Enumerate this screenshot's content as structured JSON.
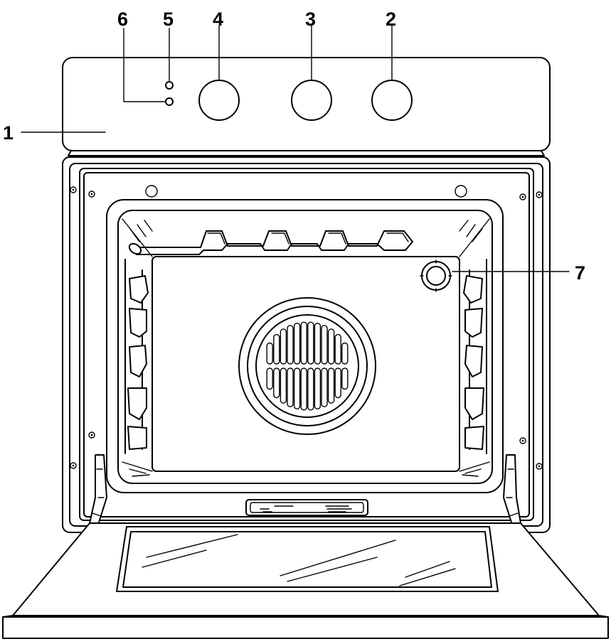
{
  "callouts": [
    {
      "number": "1",
      "part": "control-panel"
    },
    {
      "number": "2",
      "part": "knob-right"
    },
    {
      "number": "3",
      "part": "knob-middle"
    },
    {
      "number": "4",
      "part": "knob-left"
    },
    {
      "number": "5",
      "part": "indicator-light-upper"
    },
    {
      "number": "6",
      "part": "indicator-light-lower"
    },
    {
      "number": "7",
      "part": "oven-lamp"
    }
  ]
}
